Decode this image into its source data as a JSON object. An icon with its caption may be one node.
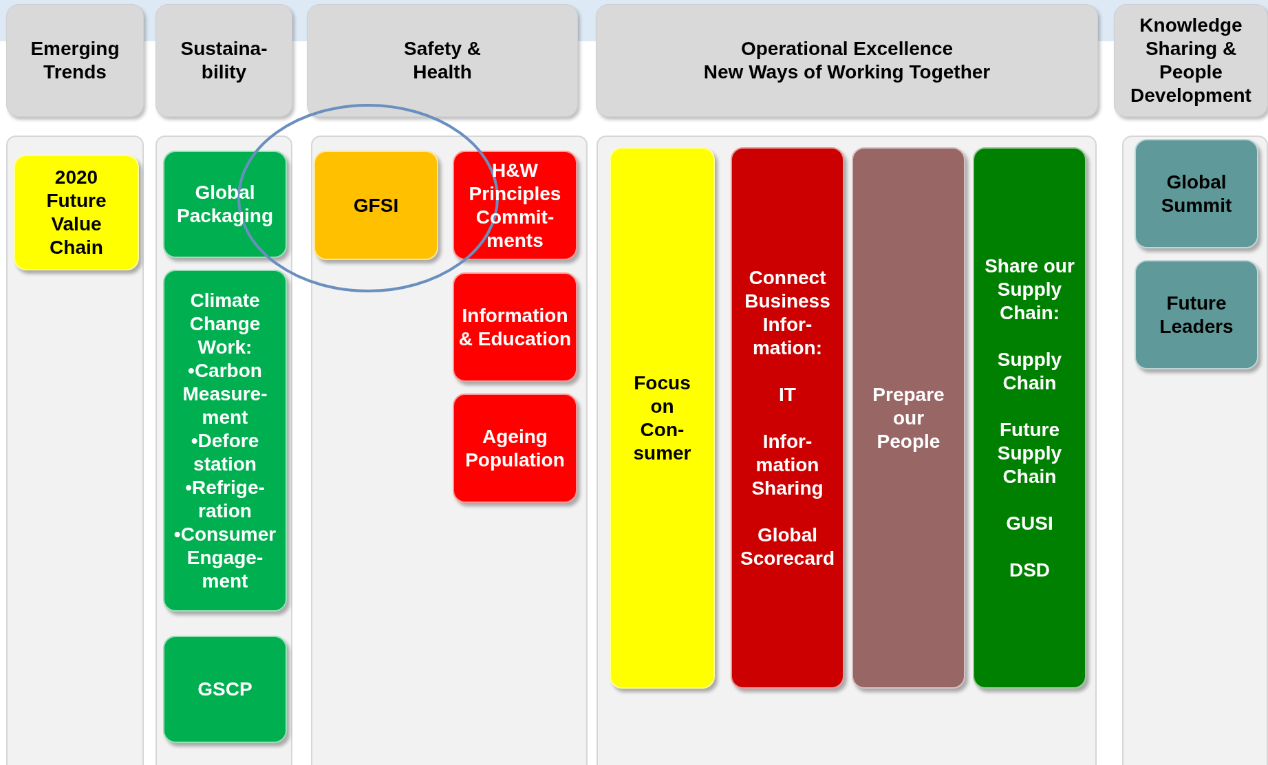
{
  "diagram": {
    "nodes": [
      {
        "text": [
          "Emerging Trends"
        ]
      },
      {
        "text": [],
        "shape": "box"
      },
      {
        "text": [
          "2020 Future Value Chain"
        ],
        "in": 1
      },
      {
        "text": [
          "Sustaina- bility"
        ]
      },
      {
        "text": [],
        "shape": "box"
      },
      {
        "text": [
          "Global Packaging"
        ],
        "in": 4
      },
      {
        "text": [
          "Climate Change Work:",
          "•Carbon Measure- ment",
          "•Defore station",
          "•Refrige- ration",
          "•Consumer Engage- ment"
        ],
        "in": 4
      },
      {
        "text": [
          "GSCP"
        ],
        "in": 4
      },
      {
        "text": [
          "Safety & Health"
        ]
      },
      {
        "text": [],
        "shape": "box"
      },
      {
        "text": [
          "GFSI"
        ],
        "in": 9
      },
      {
        "text": [
          "H&W Principles Commit- ments"
        ],
        "in": 9
      },
      {
        "text": [
          "Information & Education"
        ],
        "in": 9
      },
      {
        "text": [
          "Ageing Population"
        ],
        "in": 9
      },
      {
        "text": [
          "Operational Excellence",
          "New Ways of Working Together"
        ]
      },
      {
        "text": [],
        "shape": "box"
      },
      {
        "text": [
          "Focus on Con- sumer"
        ],
        "in": 15
      },
      {
        "text": [
          "Connect Business Infor- mation:",
          "IT",
          "Infor- mation Sharing",
          "Global Scorecard"
        ],
        "in": 15
      },
      {
        "text": [
          "Prepare our People"
        ],
        "in": 15
      },
      {
        "text": [
          "Share our Supply Chain:",
          "Supply Chain",
          "Future Supply Chain",
          "GUSI",
          "DSD"
        ],
        "in": 15
      },
      {
        "text": [
          "Knowledge Sharing & People Development"
        ]
      },
      {
        "text": [],
        "shape": "box"
      },
      {
        "text": [
          "Global Summit"
        ],
        "in": 21
      },
      {
        "text": [
          "Future Leaders"
        ],
        "in": 21
      }
    ]
  }
}
